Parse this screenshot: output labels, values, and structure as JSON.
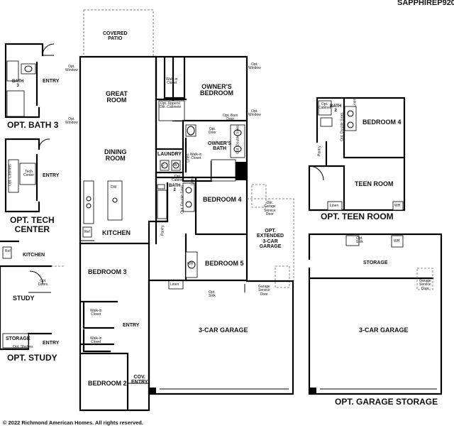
{
  "plan_code": "SAPPHIREP920",
  "copyright": "© 2022 Richmond American Homes. All rights reserved.",
  "main": {
    "covered_patio": "COVERED\nPATIO",
    "great_room": "GREAT\nROOM",
    "dining_room": "DINING\nROOM",
    "kitchen": "KITCHEN",
    "owners_bedroom": "OWNER'S\nBEDROOM",
    "owners_bath": "OWNER'S\nBATH",
    "laundry": "LAUNDRY",
    "bedroom_4": "BEDROOM 4",
    "bath_2": "BATH\n2",
    "bedroom_5": "BEDROOM 5",
    "bedroom_3": "BEDROOM 3",
    "bedroom_2": "BEDROOM 2",
    "entry": "ENTRY",
    "cov_entry": "COV.\nENTRY",
    "garage": "3-CAR GARAGE",
    "opt_extended_garage": "OPT.\nEXTENDED\n3-CAR\nGARAGE"
  },
  "notes": {
    "opt_window": "Opt.\nWindow",
    "walk_in_closet": "Walk-in\nCloset",
    "opt_uppers": "Opt. Uppers/\nDbl. Cabinets",
    "opt_barn_door": "Opt. Barn\nDoor",
    "opt_door": "Opt.\nDoor",
    "opt_double_sinks": "Opt. Double Sinks",
    "linen": "Linen",
    "opt_cabinet": "Opt.\nCabinet",
    "pantry": "Pantry",
    "ref": "Ref",
    "dw": "DW",
    "d": "D",
    "w": "W",
    "opt_sink": "Opt.\nSink",
    "opt_garage_service_door": "Opt.\nGarage\nService\nDoor",
    "garage_service_door": "Garage\nService\nDoor",
    "wh": "WH"
  },
  "opt_bath_3": {
    "title": "OPT. BATH 3",
    "bath_3": "BATH\n3",
    "entry": "ENTRY"
  },
  "opt_tech_center": {
    "title": "OPT. TECH\nCENTER",
    "tech_center": "Tech\nCenter",
    "opt_cabinets": "Opt. Cabinets",
    "entry": "ENTRY"
  },
  "opt_study": {
    "title": "OPT. STUDY",
    "kitchen": "KITCHEN",
    "ref": "Ref",
    "study": "STUDY",
    "opt_doors": "Opt.\nDoors",
    "storage": "STORAGE",
    "opt_shelves": "Opt. Shelves",
    "entry": "ENTRY"
  },
  "opt_teen_room": {
    "title": "OPT. TEEN ROOM",
    "bath_2": "BATH\n2",
    "bedroom_4": "BEDROOM 4",
    "teen_room": "TEEN ROOM",
    "opt_cabinet": "Opt.\nCabinet",
    "opt_double_sinks": "Opt. Double Sinks",
    "linen": "Linen",
    "pantry": "Pantry",
    "wh": "WH"
  },
  "opt_garage_storage": {
    "title": "OPT. GARAGE STORAGE",
    "storage": "STORAGE",
    "garage": "3-CAR GARAGE",
    "opt_sink": "Opt.\nSink",
    "garage_service_door": "Garage\nService\nDoor",
    "wh": "WH"
  }
}
